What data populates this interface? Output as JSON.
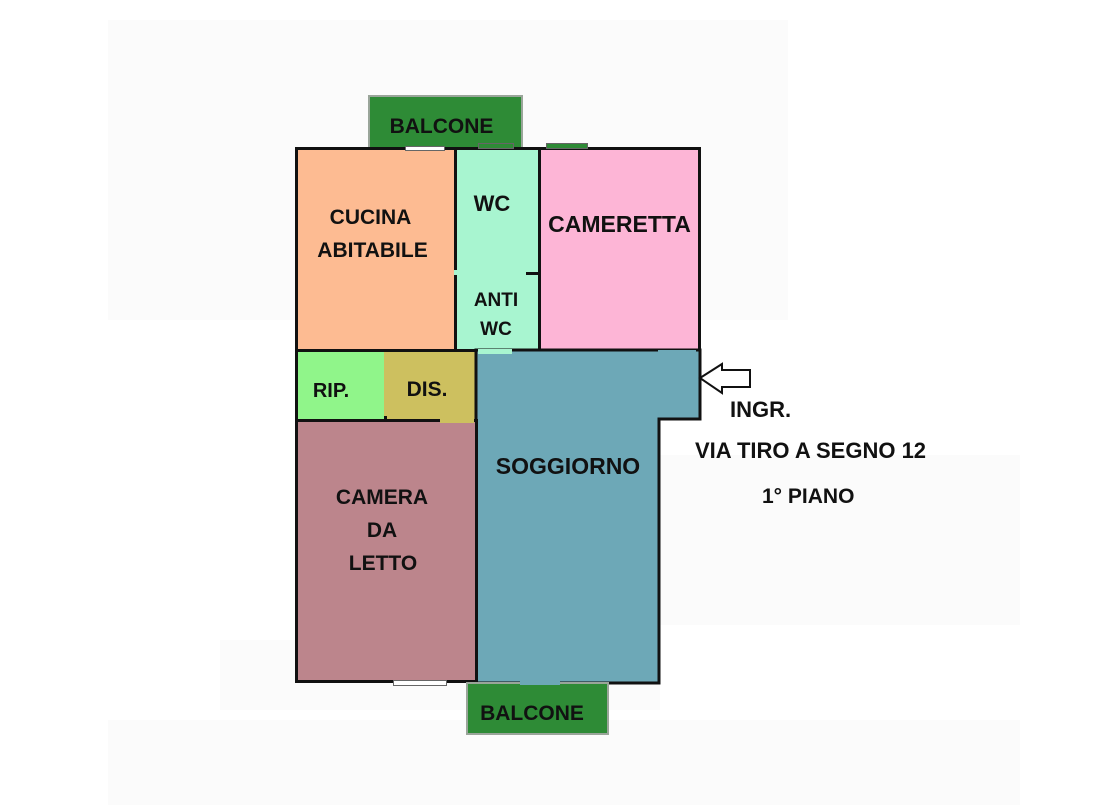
{
  "plan": {
    "rooms": {
      "balcone_top": {
        "label": "BALCONE",
        "color": "#2e8b36"
      },
      "cucina": {
        "label": "CUCINA ABITABILE",
        "line1": "CUCINA",
        "line2": "ABITABILE",
        "color": "#fdbb92"
      },
      "wc": {
        "label": "WC",
        "color": "#a8f5d0"
      },
      "antiwc": {
        "label": "ANTI WC",
        "line1": "ANTI",
        "line2": "WC",
        "color": "#a8f5d0"
      },
      "cameretta": {
        "label": "CAMERETTA",
        "color": "#fdb5d6"
      },
      "rip": {
        "label": "RIP.",
        "color": "#90f58a"
      },
      "dis": {
        "label": "DIS.",
        "color": "#cdc05f"
      },
      "soggiorno": {
        "label": "SOGGIORNO",
        "color": "#6da8b7"
      },
      "camera": {
        "label": "CAMERA DA LETTO",
        "line1": "CAMERA",
        "line2": "DA",
        "line3": "LETTO",
        "color": "#bc858c"
      },
      "balcone_bottom": {
        "label": "BALCONE",
        "color": "#2e8b36"
      }
    },
    "entrance": {
      "label": "INGR.",
      "icon": "entrance-arrow-icon"
    },
    "address": "VIA TIRO A SEGNO 12",
    "floor": "1° PIANO"
  }
}
